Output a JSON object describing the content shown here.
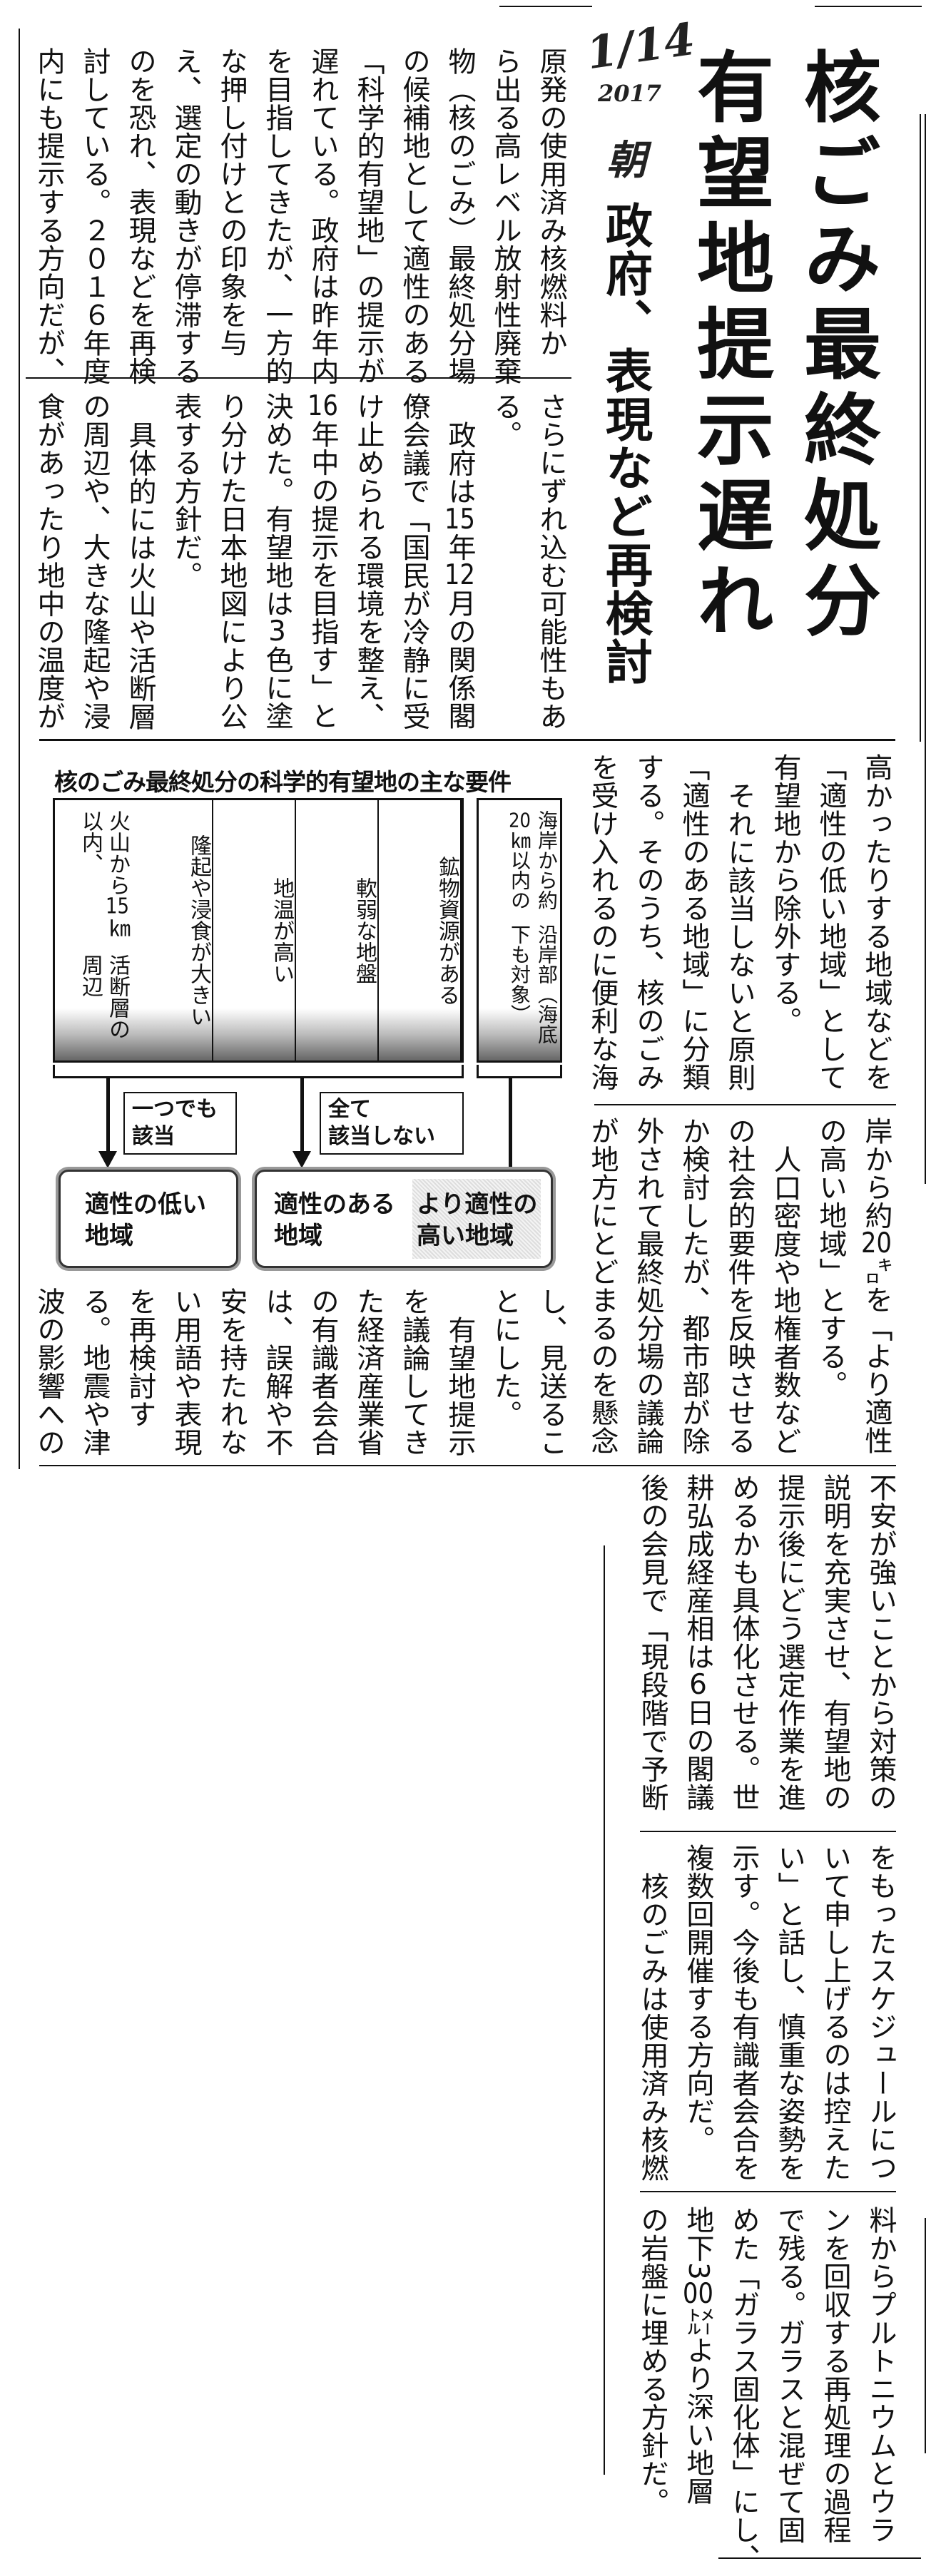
{
  "headline": {
    "line1": "核ごみ最終処分",
    "line2": "有望地提示遅れ",
    "subtitle": "政府、表現など再検討",
    "handwritten_date": "1/14",
    "handwritten_year": "2017",
    "handwritten_edition": "朝"
  },
  "article": {
    "block_top_upper": [
      {
        "text": "原発の使用済み核燃料か"
      },
      {
        "text": "ら出る高レベル放射性廃棄"
      },
      {
        "text": "物（核のごみ）最終処分場"
      },
      {
        "text": "の候補地として適性のある"
      },
      {
        "text": "「科学的有望地」の提示が"
      },
      {
        "text": "遅れている。政府は昨年内"
      },
      {
        "text": "を目指してきたが、一方的"
      },
      {
        "text": "な押し付けとの印象を与"
      },
      {
        "text": "え、選定の動きが停滞する"
      },
      {
        "text": "のを恐れ、表現などを再検"
      },
      {
        "text": "討している。２０１６年度"
      },
      {
        "text": "内にも提示する方向だが、"
      }
    ],
    "block_top_lower": [
      {
        "text": "さらにずれ込む可能性もあ"
      },
      {
        "text": "る。"
      },
      {
        "text": "政府は15年12月の関係閣",
        "indent": true
      },
      {
        "text": "僚会議で「国民が冷静に受"
      },
      {
        "text": "け止められる環境を整え、"
      },
      {
        "text": "16年中の提示を目指す」と"
      },
      {
        "text": "決めた。有望地は3色に塗"
      },
      {
        "text": "り分けた日本地図により公"
      },
      {
        "text": "表する方針だ。"
      },
      {
        "text": "具体的には火山や活断層",
        "indent": true
      },
      {
        "text": "の周辺や、大きな隆起や浸"
      },
      {
        "text": "食があったり地中の温度が"
      }
    ],
    "block_mid_upper": [
      {
        "text": "高かったりする地域などを"
      },
      {
        "text": "「適性の低い地域」として"
      },
      {
        "text": "有望地から除外する。"
      },
      {
        "text": "それに該当しないと原則",
        "indent": true
      },
      {
        "text": "「適性のある地域」に分類"
      },
      {
        "text": "する。そのうち、核のごみ"
      },
      {
        "text": "を受け入れるのに便利な海"
      }
    ],
    "block_mid_lower": [
      {
        "text": "岸から約20㌔を「より適性"
      },
      {
        "text": "の高い地域」とする。"
      },
      {
        "text": "人口密度や地権者数など",
        "indent": true
      },
      {
        "text": "の社会的要件を反映させる"
      },
      {
        "text": "か検討したが、都市部が除"
      },
      {
        "text": "外されて最終処分場の議論"
      },
      {
        "text": "が地方にとどまるのを懸念"
      }
    ],
    "block_left_lower": [
      {
        "text": "し、見送るこ"
      },
      {
        "text": "とにした。"
      },
      {
        "text": "有望地提示",
        "indent": true
      },
      {
        "text": "を議論してき"
      },
      {
        "text": "た経済産業省"
      },
      {
        "text": "の有識者会合"
      },
      {
        "text": "は、誤解や不"
      },
      {
        "text": "安を持たれな"
      },
      {
        "text": "い用語や表現"
      },
      {
        "text": "を再検討す"
      },
      {
        "text": "る。地震や津"
      },
      {
        "text": "波の影響への"
      }
    ],
    "block_bottom_1": [
      {
        "text": "不安が強いことから対策の"
      },
      {
        "text": "説明を充実させ、有望地の"
      },
      {
        "text": "提示後にどう選定作業を進"
      },
      {
        "text": "めるかも具体化させる。世"
      },
      {
        "text": "耕弘成経産相は6日の閣議"
      },
      {
        "text": "後の会見で「現段階で予断"
      }
    ],
    "block_bottom_2": [
      {
        "text": "をもったスケジュールにつ"
      },
      {
        "text": "いて申し上げるのは控えた"
      },
      {
        "text": "い」と話し、慎重な姿勢を"
      },
      {
        "text": "示す。今後も有識者会合を"
      },
      {
        "text": "複数回開催する方向だ。"
      },
      {
        "text": "核のごみは使用済み核燃",
        "indent": true
      }
    ],
    "block_bottom_3": [
      {
        "text": "料からプルトニウムとウラ"
      },
      {
        "text": "ンを回収する再処理の過程"
      },
      {
        "text": "で残る。ガラスと混ぜて固"
      },
      {
        "text": "めた「ガラス固化体」にし、"
      },
      {
        "text": "地下300㍍より深い地層"
      },
      {
        "text": "の岩盤に埋める方針だ。"
      }
    ]
  },
  "figure": {
    "title": "核のごみ最終処分の科学的有望地の主な要件",
    "criteria": [
      "鉱物資源がある",
      "軟弱な地盤",
      "地温が高い",
      "隆起や浸食が大きい",
      "火山から15㎞以内、活断層の周辺"
    ],
    "criteria_lines_last": [
      "火山から15㎞以内、",
      "活断層の周辺"
    ],
    "coastal_lines": [
      "海岸から約20㎞以内の",
      "沿岸部（海底下も対象）"
    ],
    "callout_any": [
      "一つでも",
      "該当"
    ],
    "callout_none": [
      "全て",
      "該当しない"
    ],
    "result_low": [
      "適性の低い",
      "地域"
    ],
    "result_suitable": [
      "適性のある",
      "地域"
    ],
    "result_high": [
      "より適性の",
      "高い地域"
    ]
  }
}
